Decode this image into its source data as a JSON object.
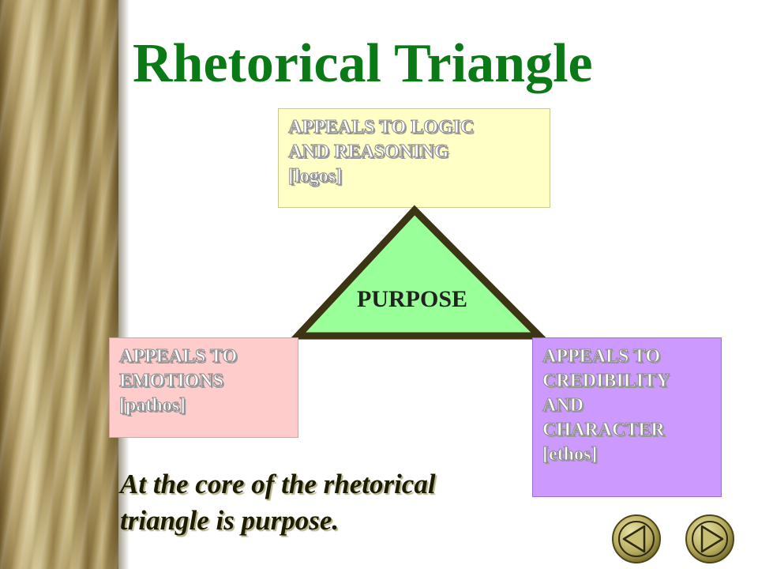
{
  "slide": {
    "title": "Rhetorical Triangle",
    "center_label": "PURPOSE",
    "caption": "At the core of the rhetorical\ntriangle is purpose."
  },
  "appeals": {
    "logos": "APPEALS TO LOGIC\nAND REASONING\n[logos]",
    "pathos": "APPEALS TO\nEMOTIONS\n[pathos]",
    "ethos": "APPEALS TO\nCREDIBILITY\nAND\nCHARACTER\n[ethos]"
  },
  "colors": {
    "title": "#0a7a16",
    "logos_box": "#ffffc6",
    "pathos_box": "#ffcccc",
    "ethos_box": "#cc99ff",
    "triangle_fill": "#99ff99",
    "triangle_stroke": "#3d3415"
  },
  "navigation": {
    "prev_icon": "triangle-left-icon",
    "next_icon": "triangle-right-icon"
  }
}
